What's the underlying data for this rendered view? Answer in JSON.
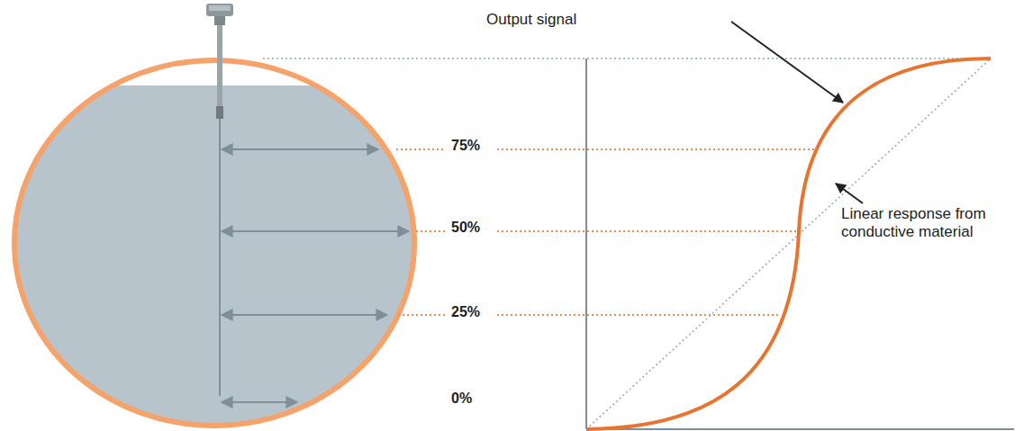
{
  "diagram": {
    "labels": [
      "Output signal",
      "75%",
      "50%",
      "25%",
      "0%",
      "Linear response from conductive material"
    ]
  }
}
